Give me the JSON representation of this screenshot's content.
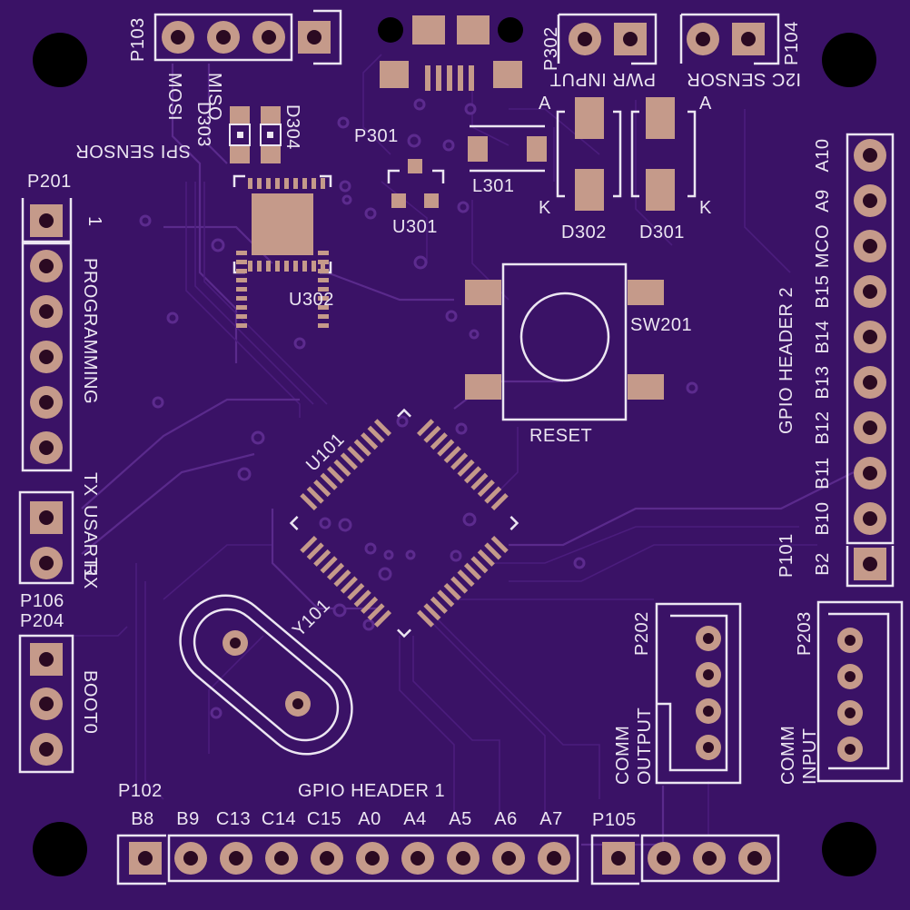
{
  "board": {
    "background": "#3a1266",
    "silkscreen_color": "#ece6f2",
    "copper_color": "#c59a8a"
  },
  "labels": {
    "p103": "P103",
    "mosi": "MOSI",
    "miso": "MISO",
    "d303": "D303",
    "d304": "D304",
    "spi_sensor": "SPI SENSOR",
    "p301": "P301",
    "u301": "U301",
    "l301": "L301",
    "p302": "P302",
    "pwr_input": "PWR INPUT",
    "p104": "P104",
    "i2c_sensor": "I2C SENSOR",
    "anode_left": "A",
    "anode_right": "A",
    "cathode_left": "K",
    "cathode_right": "K",
    "d302": "D302",
    "d301": "D301",
    "u302": "U302",
    "p201": "P201",
    "pin1": "1",
    "programming": "PROGRAMMING",
    "sw201": "SW201",
    "reset": "RESET",
    "u101": "U101",
    "y101": "Y101",
    "tx": "TX",
    "usart1": "USART1",
    "rx": "RX",
    "p106": "P106",
    "p204": "P204",
    "boot0": "BOOT0",
    "gpio_header_2": "GPIO HEADER 2",
    "p101": "P101",
    "gpio2_pins": [
      "A10",
      "A9",
      "MCO",
      "B15",
      "B14",
      "B13",
      "B12",
      "B11",
      "B10",
      "B2"
    ],
    "p202": "P202",
    "comm_output": [
      "COMM",
      "OUTPUT"
    ],
    "p203": "P203",
    "comm_input": [
      "COMM",
      "INPUT"
    ],
    "p102": "P102",
    "gpio_header_1": "GPIO HEADER 1",
    "gpio1_pins": [
      "B8",
      "B9",
      "C13",
      "C14",
      "C15",
      "A0",
      "A4",
      "A5",
      "A6",
      "A7"
    ],
    "p105": "P105"
  }
}
